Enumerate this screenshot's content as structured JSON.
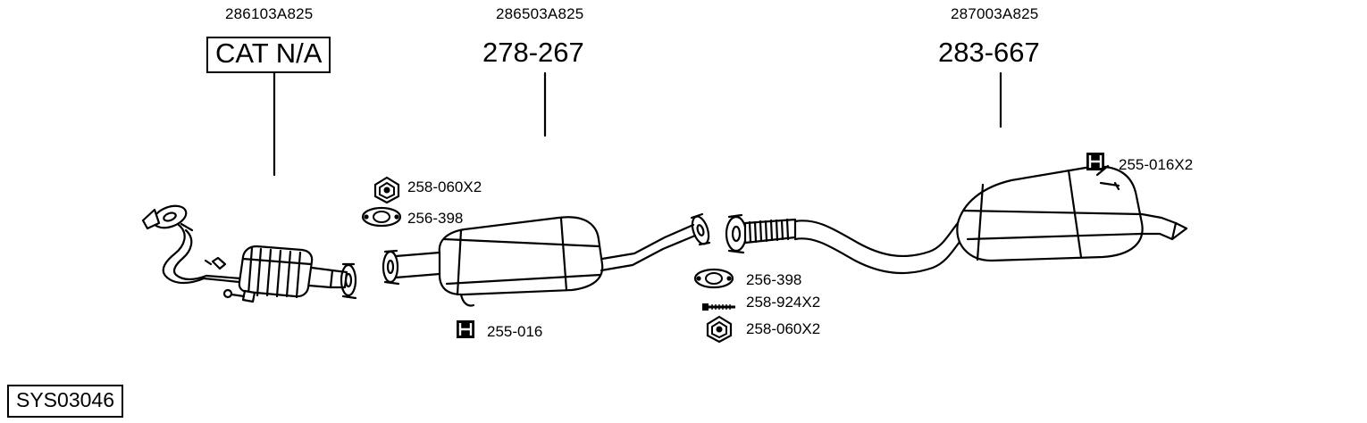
{
  "diagram": {
    "id_label": "SYS03046",
    "top_labels": [
      {
        "code": "286103A825",
        "value": "CAT N/A",
        "boxed": true
      },
      {
        "code": "286503A825",
        "value": "278-267",
        "boxed": false
      },
      {
        "code": "287003A825",
        "value": "283-667",
        "boxed": false
      }
    ],
    "callouts": [
      {
        "name": "nut-258-060X2-front",
        "text": "258-060X2",
        "icon": "hex-nut-icon"
      },
      {
        "name": "gasket-256-398-front",
        "text": "256-398",
        "icon": "oval-gasket-icon"
      },
      {
        "name": "clamp-255-016",
        "text": "255-016",
        "icon": "clamp-icon"
      },
      {
        "name": "gasket-256-398-rear",
        "text": "256-398",
        "icon": "oval-gasket-icon"
      },
      {
        "name": "bolt-258-924X2",
        "text": "258-924X2",
        "icon": "bolt-icon"
      },
      {
        "name": "nut-258-060X2-rear",
        "text": "258-060X2",
        "icon": "hex-nut-icon"
      },
      {
        "name": "clamp-255-016X2",
        "text": "255-016X2",
        "icon": "clamp-icon"
      }
    ],
    "colors": {
      "line": "#000000",
      "background": "#ffffff"
    }
  }
}
